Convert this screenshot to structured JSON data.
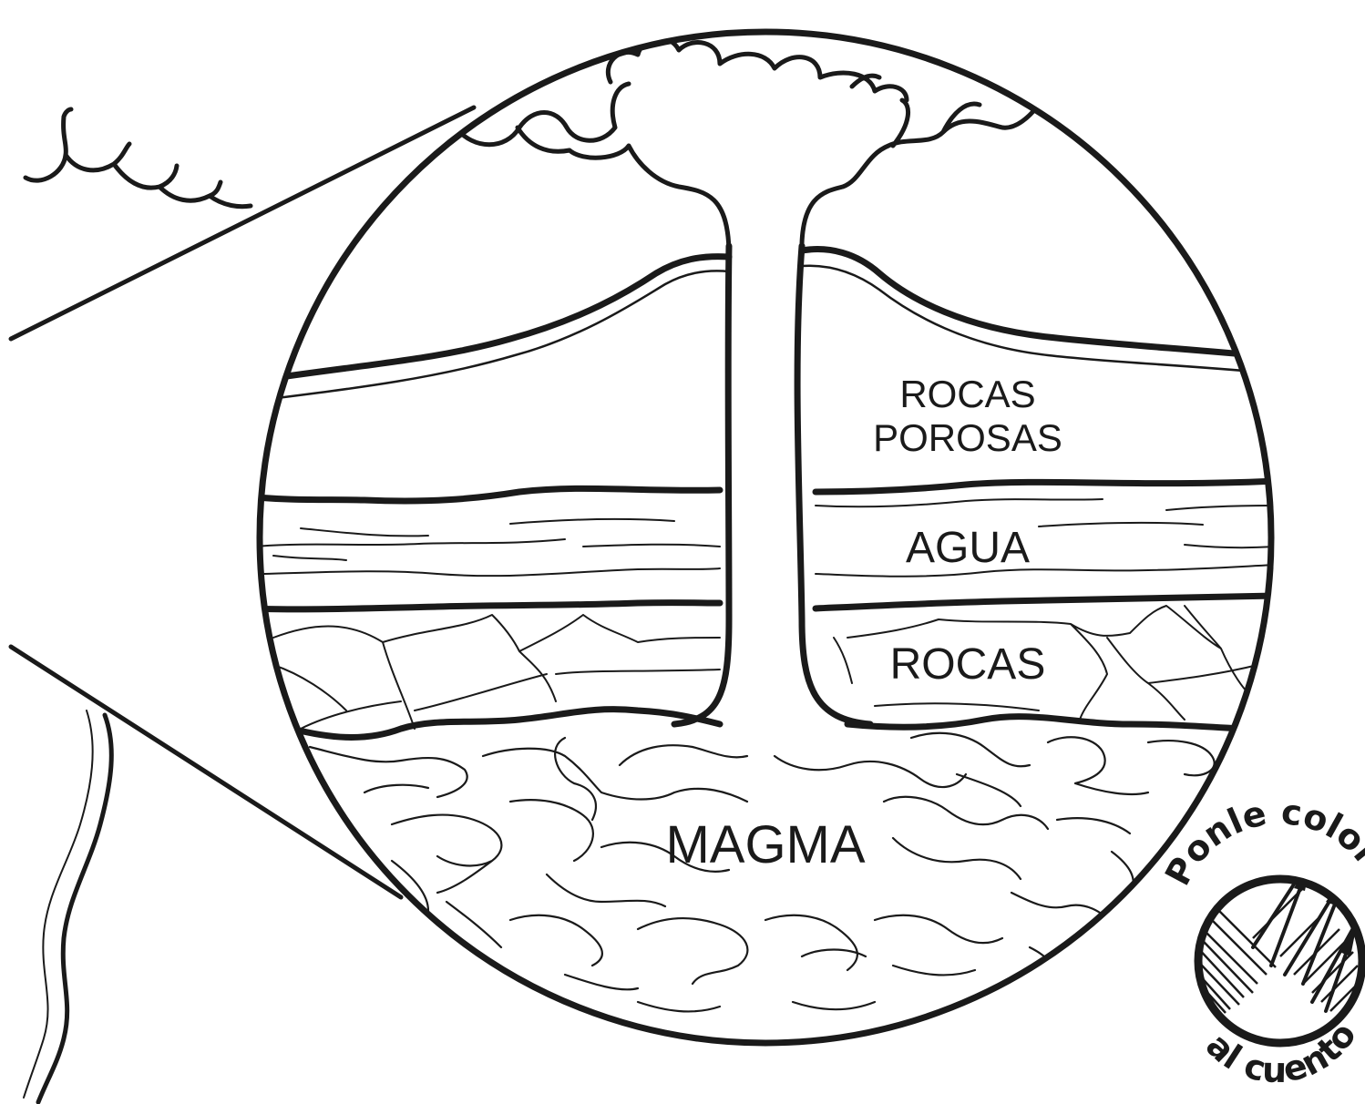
{
  "diagram": {
    "labels": {
      "porous_rocks_line1": "ROCAS",
      "porous_rocks_line2": "POROSAS",
      "water": "AGUA",
      "rocks": "ROCAS",
      "magma": "MAGMA"
    }
  },
  "badge": {
    "top_text": "Ponle color",
    "bottom_text": "al cuento",
    "icon": "pencils-icon"
  },
  "colors": {
    "ink": "#1a1a1a",
    "background": "#ffffff"
  }
}
